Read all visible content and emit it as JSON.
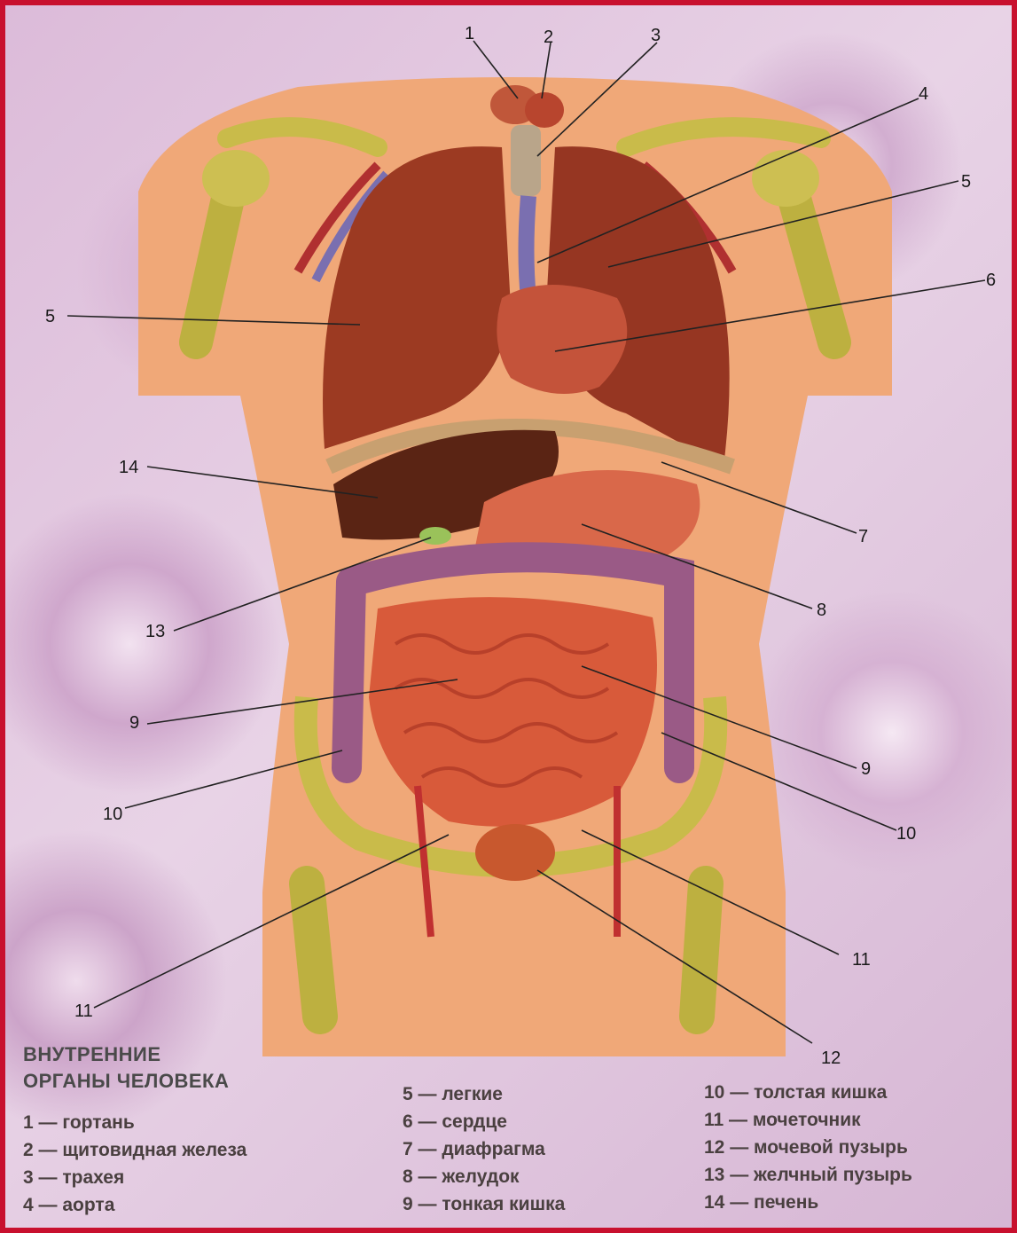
{
  "title": [
    "ВНУТРЕННИЕ",
    "ОРГАНЫ ЧЕЛОВЕКА"
  ],
  "callout_numbers": [
    "1",
    "2",
    "3",
    "4",
    "5",
    "5",
    "6",
    "14",
    "7",
    "13",
    "8",
    "9",
    "9",
    "10",
    "10",
    "11",
    "11",
    "12"
  ],
  "legend": {
    "col1": [
      "1 — гортань",
      "2 — щитовидная железа",
      "3 — трахея",
      "4 — аорта"
    ],
    "col2": [
      "5 — легкие",
      "6 — сердце",
      "7 — диафрагма",
      "8 — желудок",
      "9 — тонкая кишка"
    ],
    "col3": [
      "10 — толстая кишка",
      "11 — мочеточник",
      "12 — мочевой пузырь",
      "13 — желчный пузырь",
      "14 — печень"
    ]
  },
  "colors": {
    "border": "#c8102e",
    "body": "#f0a878",
    "lungs": "#9c3a22",
    "liver": "#5a2414",
    "stomach": "#d9684a",
    "intestine": "#d85a3a",
    "colon": "#9a5a86",
    "bone": "#c9bb4a"
  }
}
